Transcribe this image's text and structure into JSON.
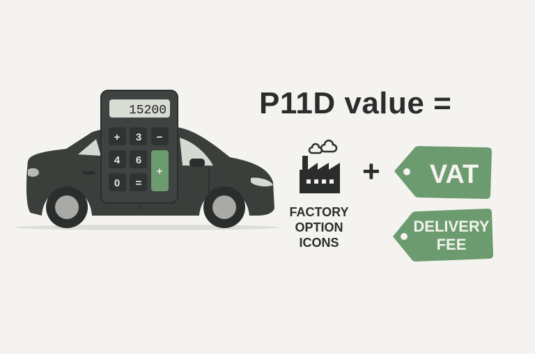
{
  "title": "P11D value =",
  "calculator": {
    "display": "15200",
    "keys": [
      "+",
      "3",
      "−",
      "4",
      "6",
      "+",
      "0",
      "="
    ]
  },
  "factory": {
    "icon": "factory-icon",
    "label_lines": [
      "FACTORY",
      "OPTION",
      "ICONS"
    ]
  },
  "operator": "+",
  "tags": {
    "vat": "VAT",
    "delivery_lines": [
      "DELIVERY",
      "FEE"
    ]
  },
  "colors": {
    "background": "#f4f3ef",
    "dark": "#2b2d2d",
    "car_body": "#3a3f3c",
    "green": "#6b9b6e",
    "display": "#d9dbd5"
  }
}
